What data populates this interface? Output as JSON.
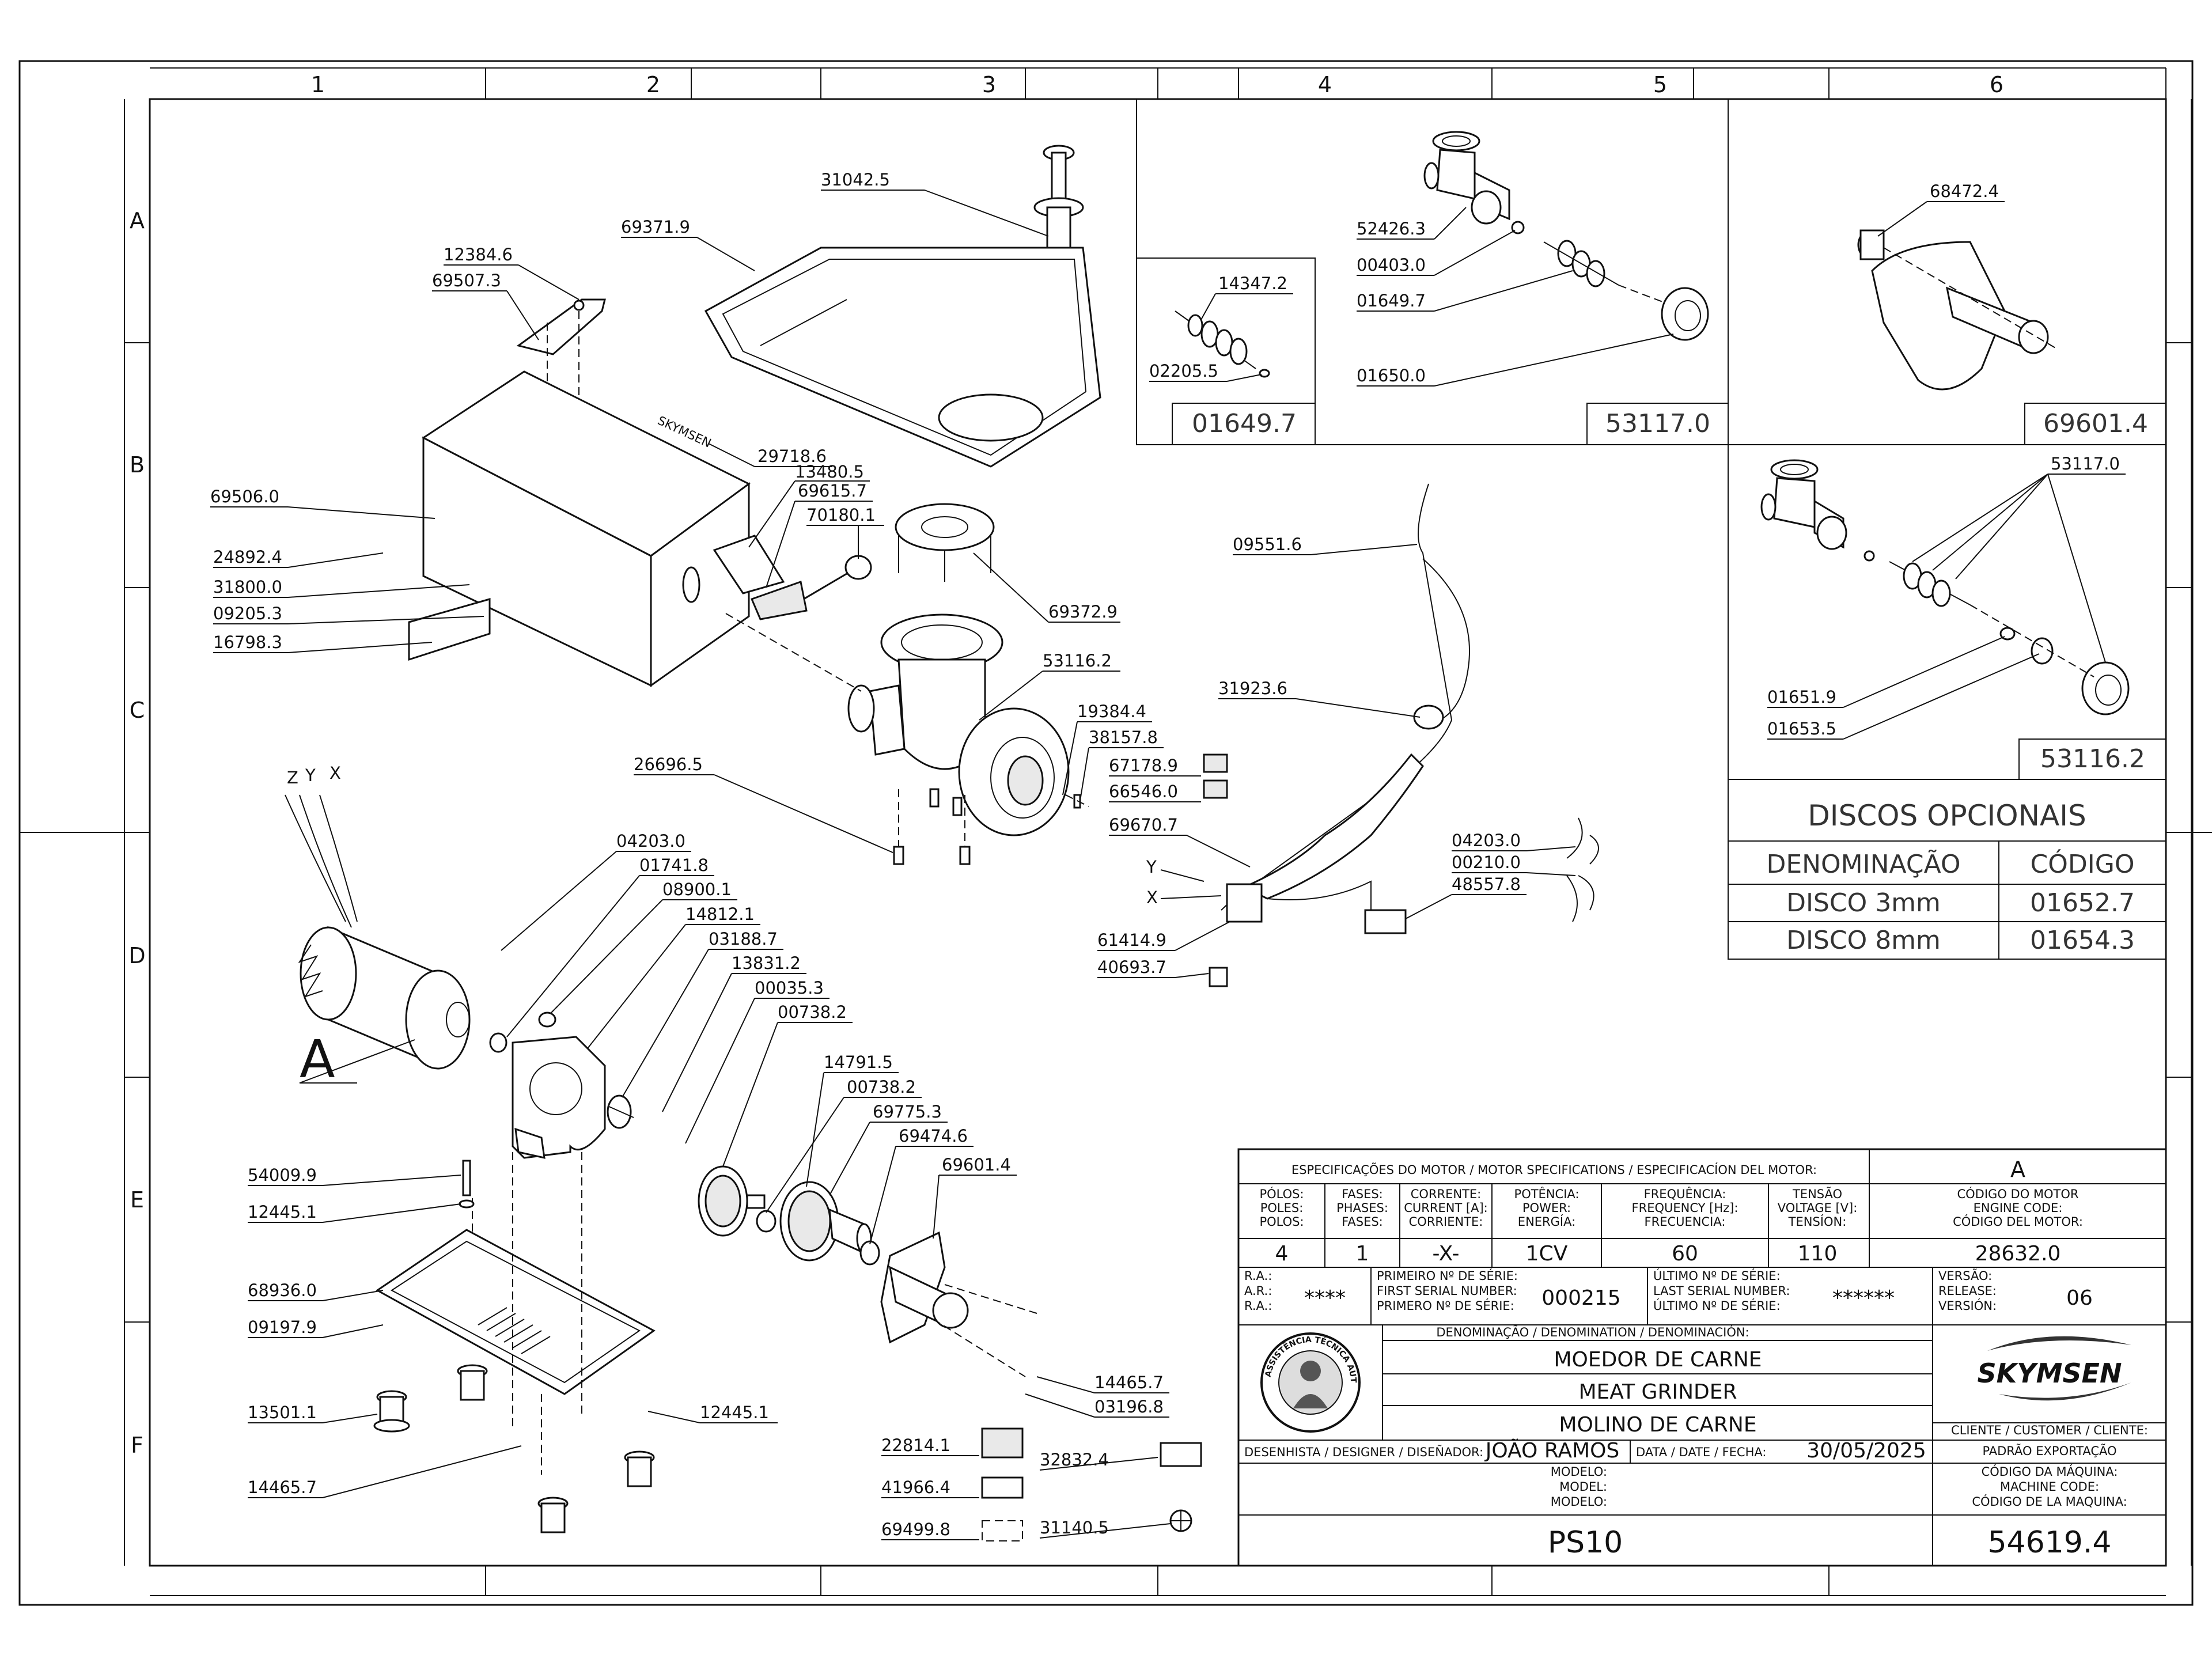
{
  "sheet": {
    "columns": [
      "1",
      "2",
      "3",
      "4",
      "5",
      "6"
    ],
    "rows": [
      "A",
      "B",
      "C",
      "D",
      "E",
      "F"
    ]
  },
  "main_labels": [
    {
      "id": "31042_5",
      "text": "31042.5"
    },
    {
      "id": "69371_9",
      "text": "69371.9"
    },
    {
      "id": "12384_6",
      "text": "12384.6"
    },
    {
      "id": "69507_3",
      "text": "69507.3"
    },
    {
      "id": "29718_6",
      "text": "29718.6"
    },
    {
      "id": "13480_5",
      "text": "13480.5"
    },
    {
      "id": "69615_7",
      "text": "69615.7"
    },
    {
      "id": "70180_1",
      "text": "70180.1"
    },
    {
      "id": "69506_0",
      "text": "69506.0"
    },
    {
      "id": "24892_4",
      "text": "24892.4"
    },
    {
      "id": "31800_0",
      "text": "31800.0"
    },
    {
      "id": "09205_3",
      "text": "09205.3"
    },
    {
      "id": "16798_3",
      "text": "16798.3"
    },
    {
      "id": "69372_9",
      "text": "69372.9"
    },
    {
      "id": "53116_2",
      "text": "53116.2"
    },
    {
      "id": "19384_4",
      "text": "19384.4"
    },
    {
      "id": "38157_8",
      "text": "38157.8"
    },
    {
      "id": "26696_5",
      "text": "26696.5"
    },
    {
      "id": "04203_0a",
      "text": "04203.0"
    },
    {
      "id": "01741_8",
      "text": "01741.8"
    },
    {
      "id": "08900_1",
      "text": "08900.1"
    },
    {
      "id": "14812_1",
      "text": "14812.1"
    },
    {
      "id": "03188_7",
      "text": "03188.7"
    },
    {
      "id": "13831_2",
      "text": "13831.2"
    },
    {
      "id": "00035_3",
      "text": "00035.3"
    },
    {
      "id": "00738_2a",
      "text": "00738.2"
    },
    {
      "id": "14791_5",
      "text": "14791.5"
    },
    {
      "id": "00738_2b",
      "text": "00738.2"
    },
    {
      "id": "69775_3",
      "text": "69775.3"
    },
    {
      "id": "69474_6",
      "text": "69474.6"
    },
    {
      "id": "69601_4",
      "text": "69601.4"
    },
    {
      "id": "54009_9",
      "text": "54009.9"
    },
    {
      "id": "12445_1a",
      "text": "12445.1"
    },
    {
      "id": "68936_0",
      "text": "68936.0"
    },
    {
      "id": "09197_9",
      "text": "09197.9"
    },
    {
      "id": "13501_1",
      "text": "13501.1"
    },
    {
      "id": "12445_1b",
      "text": "12445.1"
    },
    {
      "id": "14465_7a",
      "text": "14465.7"
    },
    {
      "id": "14465_7b",
      "text": "14465.7"
    },
    {
      "id": "03196_8",
      "text": "03196.8"
    },
    {
      "id": "22814_1",
      "text": "22814.1"
    },
    {
      "id": "41966_4",
      "text": "41966.4"
    },
    {
      "id": "69499_8",
      "text": "69499.8"
    },
    {
      "id": "32832_4",
      "text": "32832.4"
    },
    {
      "id": "31140_5",
      "text": "31140.5"
    },
    {
      "id": "09551_6",
      "text": "09551.6"
    },
    {
      "id": "31923_6",
      "text": "31923.6"
    },
    {
      "id": "67178_9",
      "text": "67178.9"
    },
    {
      "id": "66546_0",
      "text": "66546.0"
    },
    {
      "id": "69670_7",
      "text": "69670.7"
    },
    {
      "id": "61414_9",
      "text": "61414.9"
    },
    {
      "id": "40693_7",
      "text": "40693.7"
    },
    {
      "id": "04203_0b",
      "text": "04203.0"
    },
    {
      "id": "00210_0",
      "text": "00210.0"
    },
    {
      "id": "48557_8",
      "text": "48557.8"
    }
  ],
  "wire_letters": {
    "z": "Z",
    "y": "Y",
    "x": "X",
    "y2": "Y",
    "x2": "X"
  },
  "detail_A_label": "A",
  "detail_1": {
    "labels": [
      "14347.2",
      "02205.5"
    ],
    "code": "01649.7"
  },
  "detail_2": {
    "labels": [
      "52426.3",
      "00403.0",
      "01649.7",
      "01650.0"
    ],
    "code": "53117.0"
  },
  "detail_3": {
    "labels": [
      "68472.4"
    ],
    "code": "69601.4"
  },
  "detail_4": {
    "labels": [
      "53117.0",
      "01651.9",
      "01653.5"
    ],
    "code": "53116.2"
  },
  "discs_table": {
    "title": "DISCOS OPCIONAIS",
    "headers": [
      "DENOMINAÇÃO",
      "CÓDIGO"
    ],
    "rows": [
      [
        "DISCO 3mm",
        "01652.7"
      ],
      [
        "DISCO 8mm",
        "01654.3"
      ]
    ]
  },
  "title_block": {
    "motor_spec_header": "ESPECIFICAÇÕES DO MOTOR / MOTOR SPECIFICATIONS / ESPECIFICACÍON DEL MOTOR:",
    "engine_letter": "A",
    "motor_columns": [
      {
        "h1": "PÓLOS:",
        "h2": "POLES:",
        "h3": "POLOS:",
        "value": "4"
      },
      {
        "h1": "FASES:",
        "h2": "PHASES:",
        "h3": "FASES:",
        "value": "1"
      },
      {
        "h1": "CORRENTE:",
        "h2": "CURRENT [A]:",
        "h3": "CORRIENTE:",
        "value": "-X-"
      },
      {
        "h1": "POTÊNCIA:",
        "h2": "POWER:",
        "h3": "ENERGÍA:",
        "value": "1CV"
      },
      {
        "h1": "FREQUÊNCIA:",
        "h2": "FREQUENCY [Hz]:",
        "h3": "FRECUENCIA:",
        "value": "60"
      },
      {
        "h1": "TENSÃO",
        "h2": "VOLTAGE [V]:",
        "h3": "TENSÍON:",
        "value": "110"
      }
    ],
    "engine_code_labels": [
      "CÓDIGO DO MOTOR",
      "ENGINE CODE:",
      "CÓDIGO DEL MOTOR:"
    ],
    "engine_code": "28632.0",
    "ra_labels": [
      "R.A.:",
      "A.R.:",
      "R.A.:"
    ],
    "ra_value": "****",
    "first_serial_labels": [
      "PRIMEIRO Nº DE SÉRIE:",
      "FIRST SERIAL NUMBER:",
      "PRIMERO Nº DE SÉRIE:"
    ],
    "first_serial": "000215",
    "last_serial_labels": [
      "ÚLTIMO Nº DE SÉRIE:",
      "LAST SERIAL NUMBER:",
      "ÚLTIMO Nº DE SÉRIE:"
    ],
    "last_serial": "******",
    "version_labels": [
      "VERSÃO:",
      "RELEASE:",
      "VERSIÓN:"
    ],
    "version": "06",
    "denomination_header": "DENOMINAÇÃO / DENOMINATION / DENOMINACIÓN:",
    "names": [
      "MOEDOR DE CARNE",
      "MEAT GRINDER",
      "MOLINO DE CARNE"
    ],
    "brand": "SKYMSEN",
    "seal_text": "ASSISTÊNCIA TÉCNICA AUTORIZADA",
    "client_label": "CLIENTE / CUSTOMER / CLIENTE:",
    "client_value": "PADRÃO EXPORTAÇÃO",
    "designer_label": "DESENHISTA / DESIGNER / DISEÑADOR:",
    "designer": "JOÃO RAMOS",
    "date_label": "DATA / DATE / FECHA:",
    "date": "30/05/2025",
    "model_labels": [
      "MODELO:",
      "MODEL:",
      "MODELO:"
    ],
    "model": "PS10",
    "machine_code_labels": [
      "CÓDIGO DA MÁQUINA:",
      "MACHINE CODE:",
      "CÓDIGO DE LA MAQUINA:"
    ],
    "machine_code": "54619.4"
  }
}
